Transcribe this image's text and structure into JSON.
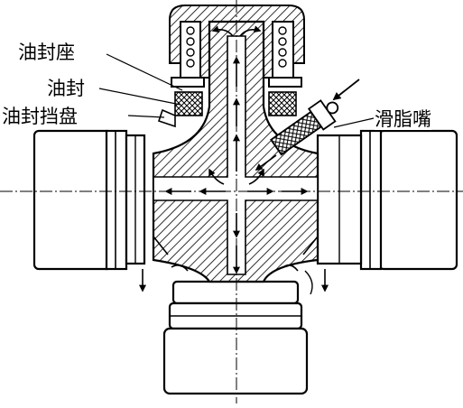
{
  "labels": {
    "oil_seal_seat": "油封座",
    "oil_seal": "油封",
    "oil_seal_retainer": "油封挡盘",
    "grease_nipple": "滑脂嘴"
  },
  "colors": {
    "line": "#000000",
    "background": "#ffffff"
  }
}
